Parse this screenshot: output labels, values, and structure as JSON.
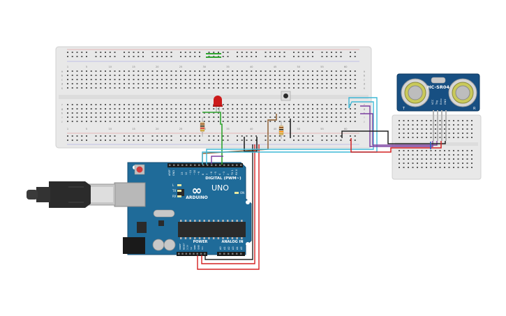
{
  "main_breadboard": {
    "column_numbers_top": [
      "1",
      "5",
      "10",
      "15",
      "20",
      "25",
      "30",
      "35",
      "40",
      "45",
      "50",
      "55",
      "60"
    ],
    "column_numbers_bottom": [
      "1",
      "5",
      "10",
      "15",
      "20",
      "25",
      "30",
      "35",
      "40",
      "45",
      "50",
      "55",
      "60"
    ],
    "row_letters_top": [
      "a",
      "b",
      "c",
      "d",
      "e"
    ],
    "row_letters_bottom": [
      "f",
      "g",
      "h",
      "i",
      "j"
    ]
  },
  "arduino": {
    "brand_logo": "∞",
    "brand": "ARDUINO",
    "model": "UNO",
    "digital_label": "DIGITAL (PWM~)",
    "power_label": "POWER",
    "analog_label": "ANALOG IN",
    "led_labels": [
      "L",
      "TX",
      "RX"
    ],
    "on_label": "ON",
    "aref_label": "AREF",
    "gnd_label": "GND",
    "digital_pins": [
      "13",
      "12",
      "~11",
      "~10",
      "~9",
      "8",
      "7",
      "~6",
      "~5",
      "4",
      "~3",
      "2",
      "TX 1",
      "RX 0"
    ],
    "power_pins": [
      "IOREF",
      "RESET",
      "3.3V",
      "5V",
      "GND",
      "GND",
      "Vin"
    ],
    "analog_pins": [
      "A0",
      "A1",
      "A2",
      "A3",
      "A4",
      "A5"
    ]
  },
  "sensor": {
    "model": "HC-SR04",
    "pins": [
      "VCC",
      "Trig",
      "Echo",
      "GND"
    ]
  },
  "colors": {
    "board_blue": "#1f6b99",
    "wire_red": "#d42020",
    "wire_black": "#222222",
    "wire_green": "#2fa52f",
    "wire_purple": "#7b3fa0",
    "wire_cyan": "#3fb8d6",
    "wire_brown": "#8b5a2b",
    "led_red": "#cc1a1a"
  }
}
